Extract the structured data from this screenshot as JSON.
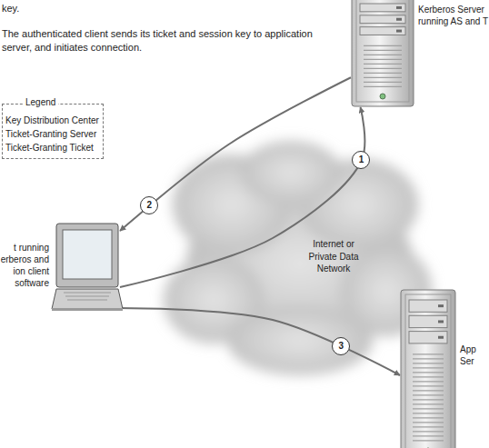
{
  "diagram": {
    "nodes": [
      {
        "text": [
          "Kerberos Server running AS and T"
        ]
      },
      {
        "text": [
          "t running erberos and ion client software"
        ]
      },
      {
        "text": [
          "App Ser"
        ]
      }
    ],
    "edges": [
      {
        "from": 1,
        "to": 0,
        "label": "1",
        "arrow": "to"
      },
      {
        "from": 0,
        "to": 1,
        "label": "2",
        "arrow": "to"
      },
      {
        "from": 1,
        "to": 2,
        "label": "3",
        "arrow": "both"
      }
    ],
    "labels": [
      "key.",
      "The authenticated client sends its ticket and session key to application server, and initiates connection.",
      "Legend",
      "Internet or Private Data Network"
    ],
    "legend": [
      {
        "text": "Key Distribution Center"
      },
      {
        "text": "Ticket-Granting Server"
      },
      {
        "text": "Ticket-Granting Ticket"
      }
    ]
  }
}
